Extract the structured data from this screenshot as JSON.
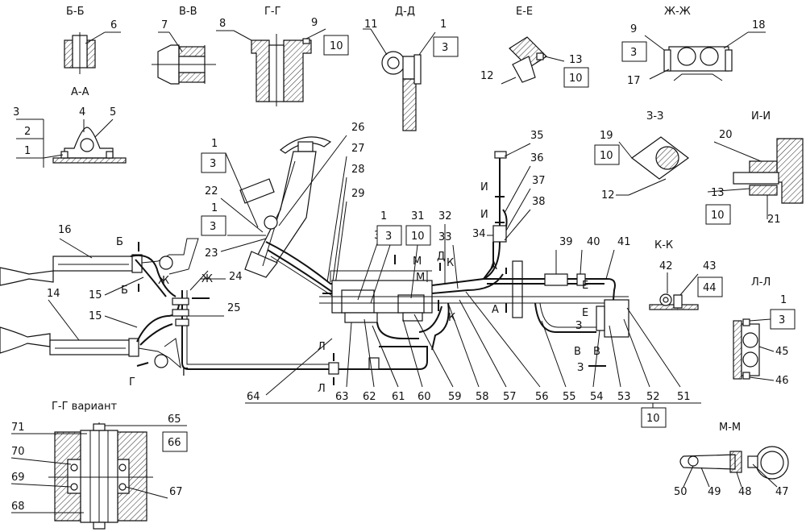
{
  "sections": {
    "bb": "Б-Б",
    "vv": "В-В",
    "gg": "Г-Г",
    "dd": "Д-Д",
    "ee": "Е-Е",
    "zhzh": "Ж-Ж",
    "aa": "А-А",
    "zz": "З-З",
    "ii": "И-И",
    "kk": "К-К",
    "ll": "Л-Л",
    "mm": "М-М",
    "gg_variant": "Г-Г вариант"
  },
  "view_marks": {
    "b": "Б",
    "zh": "Ж",
    "g": "Г",
    "i": "И",
    "m": "М",
    "d": "Д",
    "k": "К",
    "a": "А",
    "e": "Е",
    "z": "З",
    "v": "В",
    "l": "Л"
  },
  "labels": {
    "n1": "1",
    "n2": "2",
    "n3": "3",
    "n4": "4",
    "n5": "5",
    "n6": "6",
    "n7": "7",
    "n8": "8",
    "n9": "9",
    "n10": "10",
    "n11": "11",
    "n12": "12",
    "n13": "13",
    "n14": "14",
    "n15": "15",
    "n16": "16",
    "n17": "17",
    "n18": "18",
    "n19": "19",
    "n20": "20",
    "n21": "21",
    "n22": "22",
    "n23": "23",
    "n24": "24",
    "n25": "25",
    "n26": "26",
    "n27": "27",
    "n28": "28",
    "n29": "29",
    "n30": "30",
    "n31": "31",
    "n32": "32",
    "n33": "33",
    "n34": "34",
    "n35": "35",
    "n36": "36",
    "n37": "37",
    "n38": "38",
    "n39": "39",
    "n40": "40",
    "n41": "41",
    "n42": "42",
    "n43": "43",
    "n44": "44",
    "n45": "45",
    "n46": "46",
    "n47": "47",
    "n48": "48",
    "n49": "49",
    "n50": "50",
    "n51": "51",
    "n52": "52",
    "n53": "53",
    "n54": "54",
    "n55": "55",
    "n56": "56",
    "n57": "57",
    "n58": "58",
    "n59": "59",
    "n60": "60",
    "n61": "61",
    "n62": "62",
    "n63": "63",
    "n64": "64",
    "n65": "65",
    "n66": "66",
    "n67": "67",
    "n68": "68",
    "n69": "69",
    "n70": "70",
    "n71": "71"
  }
}
